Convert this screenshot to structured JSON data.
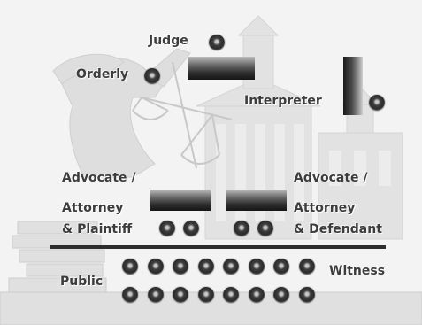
{
  "labels": {
    "judge": "Judge",
    "orderly": "Orderly",
    "interpreter": "Interpreter",
    "advocate_plaintiff": [
      "Advocate /",
      "Attorney",
      "& Plaintiff"
    ],
    "advocate_defendant": [
      "Advocate /",
      "Attorney",
      "& Defendant"
    ],
    "public": "Public",
    "witness": "Witness"
  },
  "colors": {
    "background": "#f3f3f3",
    "label_text": "#3c3c3c",
    "seat_dark": "#2a2a2a",
    "divider": "#2d2d2d"
  },
  "icons": {
    "background": "justice-statue-and-courthouse-watermark",
    "seat": "seat-icon",
    "desk": "desk-bar"
  },
  "counts": {
    "plaintiff_seats": 2,
    "defendant_seats": 2,
    "public_seats_per_row": 8,
    "public_rows": 2
  }
}
